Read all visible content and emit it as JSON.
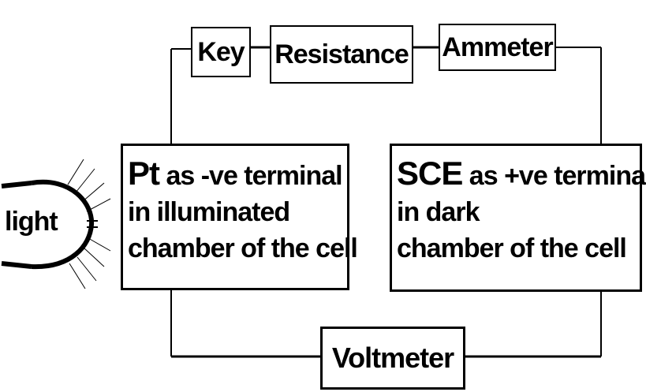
{
  "diagram": {
    "components": {
      "key": "Key",
      "resistance": "Resistance",
      "ammeter": "Ammeter",
      "voltmeter": "Voltmeter",
      "light": "light"
    },
    "left_electrode": {
      "symbol": "Pt",
      "line1_rest": " as -ve terminal",
      "line2": "in illuminated",
      "line3": "chamber of the cell"
    },
    "right_electrode": {
      "symbol": "SCE",
      "line1_rest": " as +ve terminal",
      "line2": "in dark",
      "line3": "chamber of the cell"
    }
  }
}
